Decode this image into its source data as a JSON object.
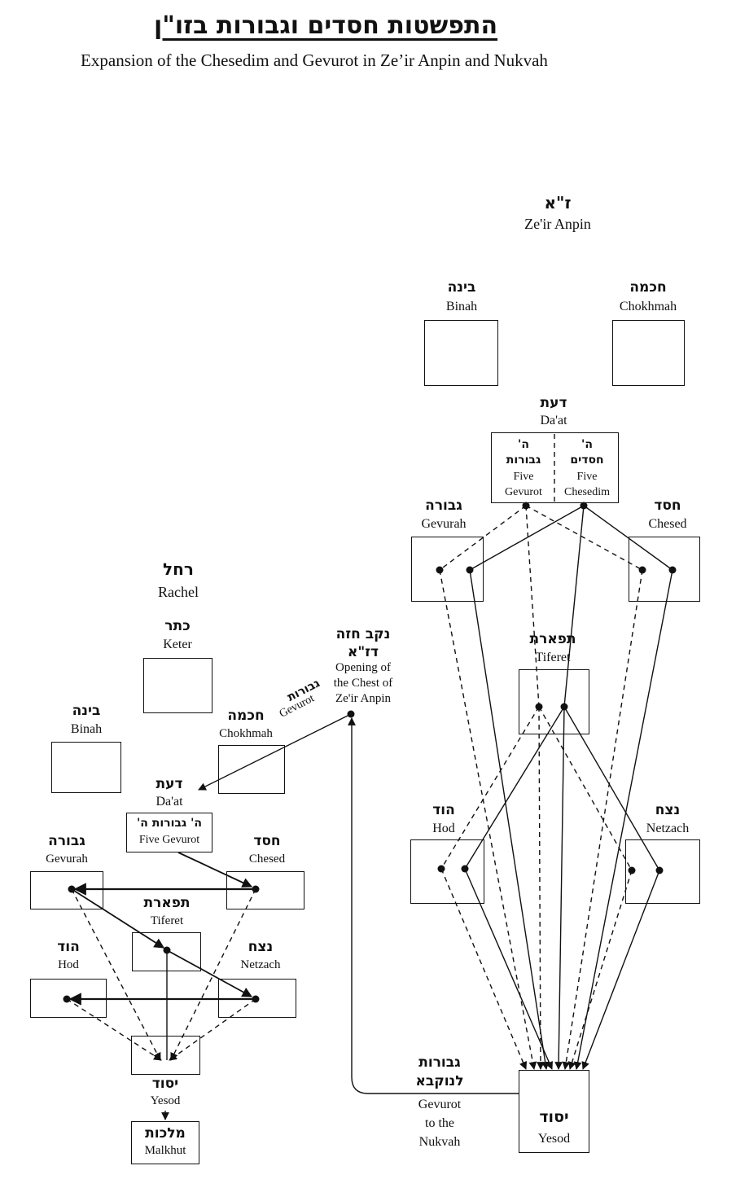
{
  "title": {
    "hebrew": "התפשטות חסדים וגבורות בזו\"ן",
    "english": "Expansion of the Chesedim and Gevurot in Ze’ir Anpin and Nukvah"
  },
  "zeir_anpin": {
    "heading_heb": "ז\"א",
    "heading_eng": "Ze'ir Anpin",
    "binah": {
      "heb": "בינה",
      "eng": "Binah"
    },
    "chokhmah": {
      "heb": "חכמה",
      "eng": "Chokhmah"
    },
    "daat": {
      "heb": "דעת",
      "eng": "Da'at",
      "left": {
        "heb1": "ה'",
        "heb2": "גבורות",
        "eng1": "Five",
        "eng2": "Gevurot"
      },
      "right": {
        "heb1": "ה'",
        "heb2": "חסדים",
        "eng1": "Five",
        "eng2": "Chesedim"
      }
    },
    "gevurah": {
      "heb": "גבורה",
      "eng": "Gevurah"
    },
    "chesed": {
      "heb": "חסד",
      "eng": "Chesed"
    },
    "tiferet": {
      "heb": "תפארת",
      "eng": "Tiferet"
    },
    "hod": {
      "heb": "הוד",
      "eng": "Hod"
    },
    "netzach": {
      "heb": "נצח",
      "eng": "Netzach"
    },
    "yesod": {
      "heb": "יסוד",
      "eng": "Yesod"
    },
    "gevurot_to_nukvah": {
      "heb1": "גבורות",
      "heb2": "לנוקבא",
      "eng1": "Gevurot",
      "eng2": "to the",
      "eng3": "Nukvah"
    }
  },
  "chest_opening": {
    "heb1": "נקב חזה",
    "heb2": "דז\"א",
    "eng1": "Opening of",
    "eng2": "the Chest of",
    "eng3": "Ze'ir Anpin"
  },
  "gevurot_arrow": {
    "heb": "גבורות",
    "eng": "Gevurot"
  },
  "rachel": {
    "heading_heb": "רחל",
    "heading_eng": "Rachel",
    "keter": {
      "heb": "כתר",
      "eng": "Keter"
    },
    "binah": {
      "heb": "בינה",
      "eng": "Binah"
    },
    "chokhmah": {
      "heb": "חכמה",
      "eng": "Chokhmah"
    },
    "daat": {
      "heb": "דעת",
      "eng": "Da'at",
      "box_heb": "ה' גבורות ה'",
      "box_eng": "Five Gevurot"
    },
    "gevurah": {
      "heb": "גבורה",
      "eng": "Gevurah"
    },
    "chesed": {
      "heb": "חסד",
      "eng": "Chesed"
    },
    "tiferet": {
      "heb": "תפארת",
      "eng": "Tiferet"
    },
    "hod": {
      "heb": "הוד",
      "eng": "Hod"
    },
    "netzach": {
      "heb": "נצח",
      "eng": "Netzach"
    },
    "yesod": {
      "heb": "יסוד",
      "eng": "Yesod"
    },
    "malkhut": {
      "heb": "מלכות",
      "eng": "Malkhut"
    }
  }
}
